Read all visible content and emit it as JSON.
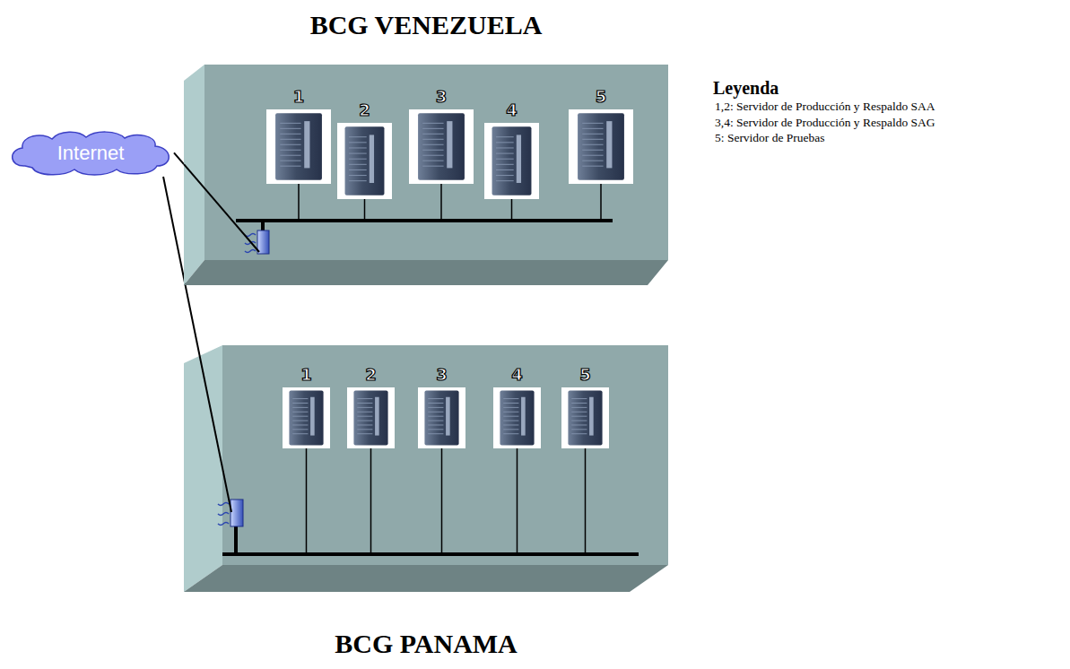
{
  "diagram": {
    "nodes": [
      {
        "text": [
          "BCG VENEZUELA"
        ]
      },
      {
        "text": [
          "1"
        ],
        "in": 0
      },
      {
        "text": [
          "2"
        ],
        "in": 0
      },
      {
        "text": [
          "3"
        ],
        "in": 0
      },
      {
        "text": [
          "4"
        ],
        "in": 0
      },
      {
        "text": [
          "5"
        ],
        "in": 0
      },
      {
        "text": [
          "Internet"
        ]
      },
      {
        "text": [
          "BCG PANAMA"
        ]
      },
      {
        "text": [
          "1"
        ],
        "in": 7
      },
      {
        "text": [
          "2"
        ],
        "in": 7
      },
      {
        "text": [
          "3"
        ],
        "in": 7
      },
      {
        "text": [
          "4"
        ],
        "in": 7
      },
      {
        "text": [
          "5"
        ],
        "in": 7
      }
    ],
    "edges": [
      {
        "from": 6,
        "to": 0,
        "arrow": "none"
      },
      {
        "from": 6,
        "to": 7,
        "arrow": "none"
      }
    ],
    "labels": [
      "Leyenda"
    ],
    "legend": [
      {
        "text": "1,2: Servidor de Producción y Respaldo SAA"
      },
      {
        "text": "3,4: Servidor de Producción y Respaldo SAG"
      },
      {
        "text": "5: Servidor de Pruebas"
      }
    ]
  }
}
